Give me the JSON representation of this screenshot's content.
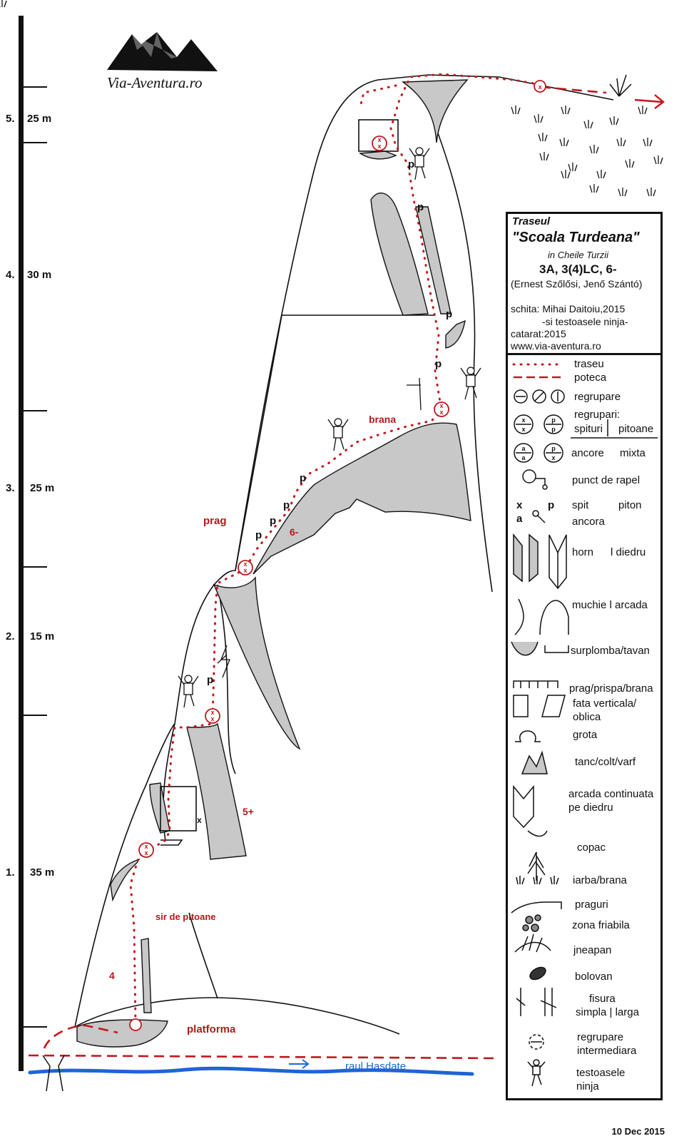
{
  "logo": {
    "text": "Via-Aventura.ro"
  },
  "pitches": [
    {
      "num": "5.",
      "length": "25 m"
    },
    {
      "num": "4.",
      "length": "30 m"
    },
    {
      "num": "3.",
      "length": "25 m"
    },
    {
      "num": "2.",
      "length": "15 m"
    },
    {
      "num": "1.",
      "length": "35 m"
    }
  ],
  "route_labels": {
    "brana": "brana",
    "prag": "prag",
    "grade_6minus": "6-",
    "grade_5plus": "5+",
    "grade_4": "4",
    "sir_de_pitoane": "sir de pitoane",
    "platforma": "platforma",
    "raul": "raul Hasdate",
    "p": "p",
    "x": "x"
  },
  "info": {
    "line1": "Traseul",
    "line2": "\"Scoala Turdeana\"",
    "line3": "in Cheile Turzii",
    "line4": "3A, 3(4)LC, 6-",
    "line5": "(Ernest Szőlősi, Jenő Szántó)",
    "line6": "schita: Mihai Daitoiu,2015",
    "line7": "-si testoasele ninja-",
    "line8": "catarat:2015",
    "line9": "www.via-aventura.ro"
  },
  "legend": {
    "traseu": "traseu",
    "poteca": "poteca",
    "regrupare": "regrupare",
    "regrupari": "regrupari:",
    "spituri": "spituri",
    "pitoane": "pitoane",
    "ancore": "ancore",
    "mixta": "mixta",
    "rapel": "punct de rapel",
    "spit": "spit",
    "piton": "piton",
    "x": "x",
    "p": "p",
    "a": "a",
    "ancora": "ancora",
    "horn": "horn",
    "diedru": "l diedru",
    "muchie": "muchie l arcada",
    "surplomba": "surplomba/tavan",
    "prag": "prag/prispa/brana",
    "fata1": "fata verticala/",
    "fata2": "oblica",
    "grota": "grota",
    "tanc": "tanc/colt/varf",
    "arcada1": "arcada continuata",
    "arcada2": "pe diedru",
    "copac": "copac",
    "iarba": "iarba/brana",
    "praguri": "praguri",
    "friabila": "zona friabila",
    "jneapan": "jneapan",
    "bolovan": "bolovan",
    "fisura1": "fisura",
    "fisura2": "simpla | larga",
    "regint1": "regrupare",
    "regint2": "intermediara",
    "testoase1": "testoasele",
    "testoase2": "ninja"
  },
  "date": "10 Dec 2015",
  "colors": {
    "route": "#c0181e",
    "rock": "#c8c8c8",
    "river": "#1e64d8",
    "ink": "#111111"
  }
}
